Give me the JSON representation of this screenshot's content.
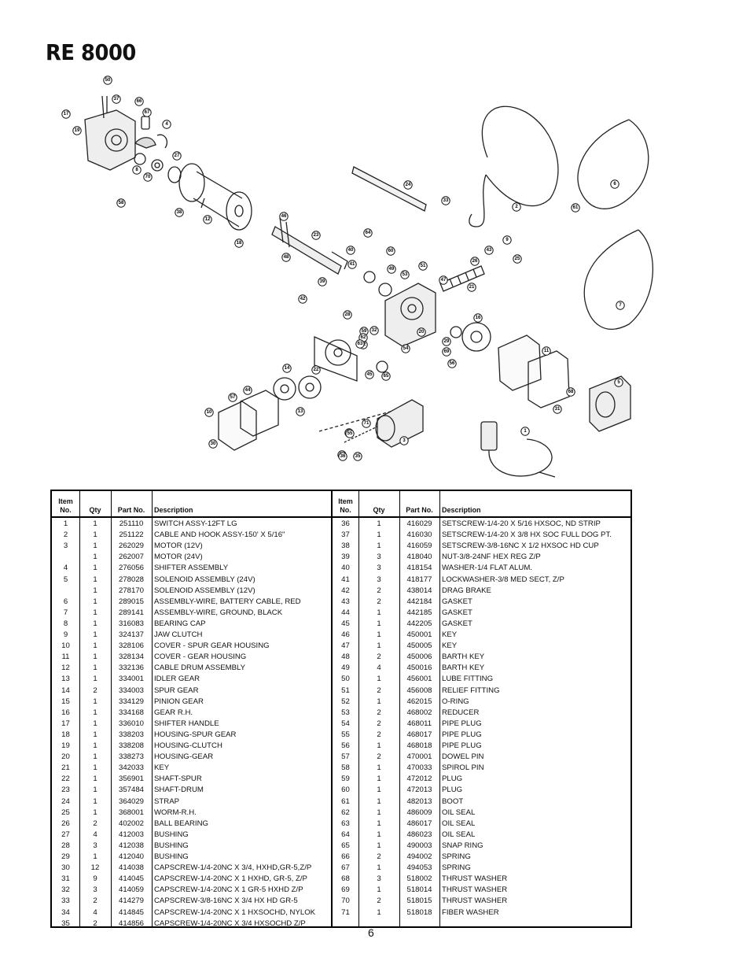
{
  "title": "RE 8000",
  "page_number": "6",
  "diagram_callouts": [
    "1",
    "2",
    "3",
    "4",
    "5",
    "6",
    "7",
    "8",
    "9",
    "10",
    "11",
    "12",
    "13",
    "14",
    "15",
    "16",
    "17",
    "18",
    "19",
    "20",
    "21",
    "22",
    "23",
    "24",
    "25",
    "26",
    "27",
    "28",
    "29",
    "30",
    "31",
    "32",
    "33",
    "34",
    "35",
    "36",
    "37",
    "38",
    "39",
    "40",
    "41",
    "42",
    "43",
    "44",
    "45",
    "46",
    "47",
    "48",
    "49",
    "50",
    "51",
    "52",
    "53",
    "54",
    "55",
    "56",
    "57",
    "58",
    "59",
    "60",
    "61",
    "62",
    "63",
    "64",
    "65",
    "66",
    "67",
    "68",
    "69",
    "70",
    "71"
  ],
  "headers": {
    "item": "Item No.",
    "item_line1": "Item",
    "item_line2": "No.",
    "qty": "Qty",
    "part": "Part No.",
    "desc": "Description"
  },
  "left_rows": [
    {
      "item": "1",
      "qty": "1",
      "part": "251110",
      "desc": "SWITCH ASSY-12FT LG"
    },
    {
      "item": "2",
      "qty": "1",
      "part": "251122",
      "desc": "CABLE AND HOOK ASSY-150' X 5/16\""
    },
    {
      "item": "3",
      "qty": "1",
      "part": "262029",
      "desc": "MOTOR (12V)"
    },
    {
      "item": "",
      "qty": "1",
      "part": "262007",
      "desc": "MOTOR (24V)"
    },
    {
      "item": "4",
      "qty": "1",
      "part": "276056",
      "desc": "SHIFTER ASSEMBLY"
    },
    {
      "item": "5",
      "qty": "1",
      "part": "278028",
      "desc": "SOLENOID ASSEMBLY (24V)"
    },
    {
      "item": "",
      "qty": "1",
      "part": "278170",
      "desc": "SOLENOID ASSEMBLY (12V)"
    },
    {
      "item": "6",
      "qty": "1",
      "part": "289015",
      "desc": "ASSEMBLY-WIRE, BATTERY CABLE, RED"
    },
    {
      "item": "7",
      "qty": "1",
      "part": "289141",
      "desc": "ASSEMBLY-WIRE, GROUND, BLACK"
    },
    {
      "item": "8",
      "qty": "1",
      "part": "316083",
      "desc": "BEARING CAP"
    },
    {
      "item": "9",
      "qty": "1",
      "part": "324137",
      "desc": "JAW CLUTCH"
    },
    {
      "item": "10",
      "qty": "1",
      "part": "328106",
      "desc": "COVER - SPUR GEAR HOUSING"
    },
    {
      "item": "11",
      "qty": "1",
      "part": "328134",
      "desc": "COVER - GEAR HOUSING"
    },
    {
      "item": "12",
      "qty": "1",
      "part": "332136",
      "desc": "CABLE DRUM ASSEMBLY"
    },
    {
      "item": "13",
      "qty": "1",
      "part": "334001",
      "desc": "IDLER GEAR"
    },
    {
      "item": "14",
      "qty": "2",
      "part": "334003",
      "desc": "SPUR GEAR"
    },
    {
      "item": "15",
      "qty": "1",
      "part": "334129",
      "desc": "PINION GEAR"
    },
    {
      "item": "16",
      "qty": "1",
      "part": "334168",
      "desc": "GEAR R.H."
    },
    {
      "item": "17",
      "qty": "1",
      "part": "336010",
      "desc": "SHIFTER HANDLE"
    },
    {
      "item": "18",
      "qty": "1",
      "part": "338203",
      "desc": "HOUSING-SPUR GEAR"
    },
    {
      "item": "19",
      "qty": "1",
      "part": "338208",
      "desc": "HOUSING-CLUTCH"
    },
    {
      "item": "20",
      "qty": "1",
      "part": "338273",
      "desc": "HOUSING-GEAR"
    },
    {
      "item": "21",
      "qty": "1",
      "part": "342033",
      "desc": "KEY"
    },
    {
      "item": "22",
      "qty": "1",
      "part": "356901",
      "desc": "SHAFT-SPUR"
    },
    {
      "item": "23",
      "qty": "1",
      "part": "357484",
      "desc": "SHAFT-DRUM"
    },
    {
      "item": "24",
      "qty": "1",
      "part": "364029",
      "desc": "STRAP"
    },
    {
      "item": "25",
      "qty": "1",
      "part": "368001",
      "desc": "WORM-R.H."
    },
    {
      "item": "26",
      "qty": "2",
      "part": "402002",
      "desc": "BALL BEARING"
    },
    {
      "item": "27",
      "qty": "4",
      "part": "412003",
      "desc": "BUSHING"
    },
    {
      "item": "28",
      "qty": "3",
      "part": "412038",
      "desc": "BUSHING"
    },
    {
      "item": "29",
      "qty": "1",
      "part": "412040",
      "desc": "BUSHING"
    },
    {
      "item": "30",
      "qty": "12",
      "part": "414038",
      "desc": "CAPSCREW-1/4-20NC X 3/4, HXHD,GR-5,Z/P"
    },
    {
      "item": "31",
      "qty": "9",
      "part": "414045",
      "desc": "CAPSCREW-1/4-20NC X 1 HXHD, GR-5, Z/P"
    },
    {
      "item": "32",
      "qty": "3",
      "part": "414059",
      "desc": "CAPSCREW-1/4-20NC X 1 GR-5 HXHD Z/P"
    },
    {
      "item": "33",
      "qty": "2",
      "part": "414279",
      "desc": "CAPSCREW-3/8-16NC X 3/4 HX HD GR-5"
    },
    {
      "item": "34",
      "qty": "4",
      "part": "414845",
      "desc": "CAPSCREW-1/4-20NC X 1 HXSOCHD, NYLOK"
    },
    {
      "item": "35",
      "qty": "2",
      "part": "414856",
      "desc": "CAPSCREW-1/4-20NC X 3/4 HXSOCHD Z/P"
    }
  ],
  "right_rows": [
    {
      "item": "36",
      "qty": "1",
      "part": "416029",
      "desc": "SETSCREW-1/4-20 X 5/16 HXSOC, ND STRIP"
    },
    {
      "item": "37",
      "qty": "1",
      "part": "416030",
      "desc": "SETSCREW-1/4-20 X 3/8 HX SOC FULL DOG PT."
    },
    {
      "item": "38",
      "qty": "1",
      "part": "416059",
      "desc": "SETSCREW-3/8-16NC X 1/2 HXSOC HD CUP"
    },
    {
      "item": "39",
      "qty": "3",
      "part": "418040",
      "desc": "NUT-3/8-24NF HEX REG Z/P"
    },
    {
      "item": "40",
      "qty": "3",
      "part": "418154",
      "desc": "WASHER-1/4 FLAT ALUM."
    },
    {
      "item": "41",
      "qty": "3",
      "part": "418177",
      "desc": "LOCKWASHER-3/8 MED SECT, Z/P"
    },
    {
      "item": "42",
      "qty": "2",
      "part": "438014",
      "desc": "DRAG BRAKE"
    },
    {
      "item": "43",
      "qty": "2",
      "part": "442184",
      "desc": "GASKET"
    },
    {
      "item": "44",
      "qty": "1",
      "part": "442185",
      "desc": "GASKET"
    },
    {
      "item": "45",
      "qty": "1",
      "part": "442205",
      "desc": "GASKET"
    },
    {
      "item": "46",
      "qty": "1",
      "part": "450001",
      "desc": "KEY"
    },
    {
      "item": "47",
      "qty": "1",
      "part": "450005",
      "desc": "KEY"
    },
    {
      "item": "48",
      "qty": "2",
      "part": "450006",
      "desc": "BARTH KEY"
    },
    {
      "item": "49",
      "qty": "4",
      "part": "450016",
      "desc": "BARTH KEY"
    },
    {
      "item": "50",
      "qty": "1",
      "part": "456001",
      "desc": "LUBE FITTING"
    },
    {
      "item": "51",
      "qty": "2",
      "part": "456008",
      "desc": "RELIEF FITTING"
    },
    {
      "item": "52",
      "qty": "1",
      "part": "462015",
      "desc": "O-RING"
    },
    {
      "item": "53",
      "qty": "2",
      "part": "468002",
      "desc": "REDUCER"
    },
    {
      "item": "54",
      "qty": "2",
      "part": "468011",
      "desc": "PIPE PLUG"
    },
    {
      "item": "55",
      "qty": "2",
      "part": "468017",
      "desc": "PIPE PLUG"
    },
    {
      "item": "56",
      "qty": "1",
      "part": "468018",
      "desc": "PIPE PLUG"
    },
    {
      "item": "57",
      "qty": "2",
      "part": "470001",
      "desc": "DOWEL PIN"
    },
    {
      "item": "58",
      "qty": "1",
      "part": "470033",
      "desc": "SPIROL PIN"
    },
    {
      "item": "59",
      "qty": "1",
      "part": "472012",
      "desc": "PLUG"
    },
    {
      "item": "60",
      "qty": "1",
      "part": "472013",
      "desc": "PLUG"
    },
    {
      "item": "61",
      "qty": "1",
      "part": "482013",
      "desc": "BOOT"
    },
    {
      "item": "62",
      "qty": "1",
      "part": "486009",
      "desc": "OIL SEAL"
    },
    {
      "item": "63",
      "qty": "1",
      "part": "486017",
      "desc": "OIL SEAL"
    },
    {
      "item": "64",
      "qty": "1",
      "part": "486023",
      "desc": "OIL SEAL"
    },
    {
      "item": "65",
      "qty": "1",
      "part": "490003",
      "desc": "SNAP RING"
    },
    {
      "item": "66",
      "qty": "2",
      "part": "494002",
      "desc": "SPRING"
    },
    {
      "item": "67",
      "qty": "1",
      "part": "494053",
      "desc": "SPRING"
    },
    {
      "item": "68",
      "qty": "3",
      "part": "518002",
      "desc": "THRUST WASHER"
    },
    {
      "item": "69",
      "qty": "1",
      "part": "518014",
      "desc": "THRUST WASHER"
    },
    {
      "item": "70",
      "qty": "2",
      "part": "518015",
      "desc": "THRUST WASHER"
    },
    {
      "item": "71",
      "qty": "1",
      "part": "518018",
      "desc": "FIBER WASHER"
    }
  ]
}
